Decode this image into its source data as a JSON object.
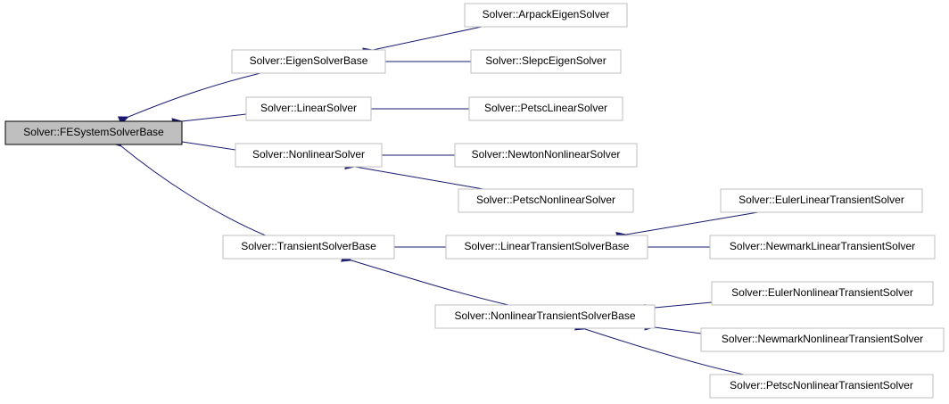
{
  "colors": {
    "edge": "#191970",
    "root_fill": "#bfbfbf",
    "node_border": "#bfbfbf"
  },
  "nodes": {
    "root": "Solver::FESystemSolverBase",
    "eigen_base": "Solver::EigenSolverBase",
    "arpack": "Solver::ArpackEigenSolver",
    "slepc": "Solver::SlepcEigenSolver",
    "linear": "Solver::LinearSolver",
    "petsc_linear": "Solver::PetscLinearSolver",
    "nonlinear": "Solver::NonlinearSolver",
    "newton": "Solver::NewtonNonlinearSolver",
    "petsc_nonlinear": "Solver::PetscNonlinearSolver",
    "transient_base": "Solver::TransientSolverBase",
    "linear_transient_base": "Solver::LinearTransientSolverBase",
    "euler_linear": "Solver::EulerLinearTransientSolver",
    "newmark_linear": "Solver::NewmarkLinearTransientSolver",
    "nonlinear_transient_base": "Solver::NonlinearTransientSolverBase",
    "euler_nonlinear": "Solver::EulerNonlinearTransientSolver",
    "newmark_nonlinear": "Solver::NewmarkNonlinearTransientSolver",
    "petsc_nonlinear_transient": "Solver::PetscNonlinearTransientSolver"
  }
}
